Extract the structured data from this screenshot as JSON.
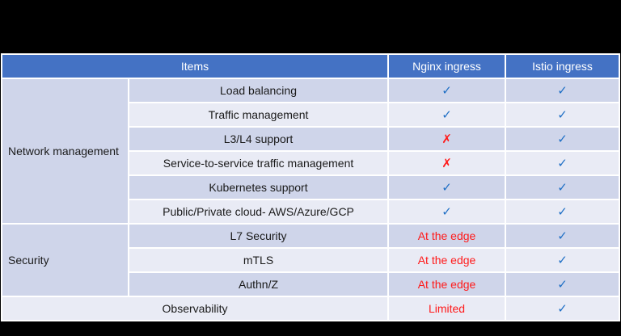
{
  "table": {
    "headers": {
      "items": "Items",
      "nginx": "Nginx ingress",
      "istio": "Istio ingress"
    },
    "groups": [
      {
        "name": "Network management",
        "rows": [
          {
            "item": "Load balancing",
            "nginx": "✓",
            "istio": "✓"
          },
          {
            "item": "Traffic management",
            "nginx": "✓",
            "istio": "✓"
          },
          {
            "item": "L3/L4 support",
            "nginx": "✗",
            "istio": "✓"
          },
          {
            "item": "Service-to-service traffic management",
            "nginx": "✗",
            "istio": "✓"
          },
          {
            "item": "Kubernetes support",
            "nginx": "✓",
            "istio": "✓"
          },
          {
            "item": "Public/Private cloud- AWS/Azure/GCP",
            "nginx": "✓",
            "istio": "✓"
          }
        ]
      },
      {
        "name": "Security",
        "rows": [
          {
            "item": "L7 Security",
            "nginx": "At the edge",
            "istio": "✓"
          },
          {
            "item": "mTLS",
            "nginx": "At the edge",
            "istio": "✓"
          },
          {
            "item": "Authn/Z",
            "nginx": "At the edge",
            "istio": "✓"
          }
        ]
      }
    ],
    "observability": {
      "item": "Observability",
      "nginx": "Limited",
      "istio": "✓"
    }
  },
  "colors": {
    "header_bg": "#4472c4",
    "row_dark": "#cfd5ea",
    "row_light": "#e9ebf5",
    "check": "#1f6fc5",
    "negative": "#ff1a1a"
  }
}
